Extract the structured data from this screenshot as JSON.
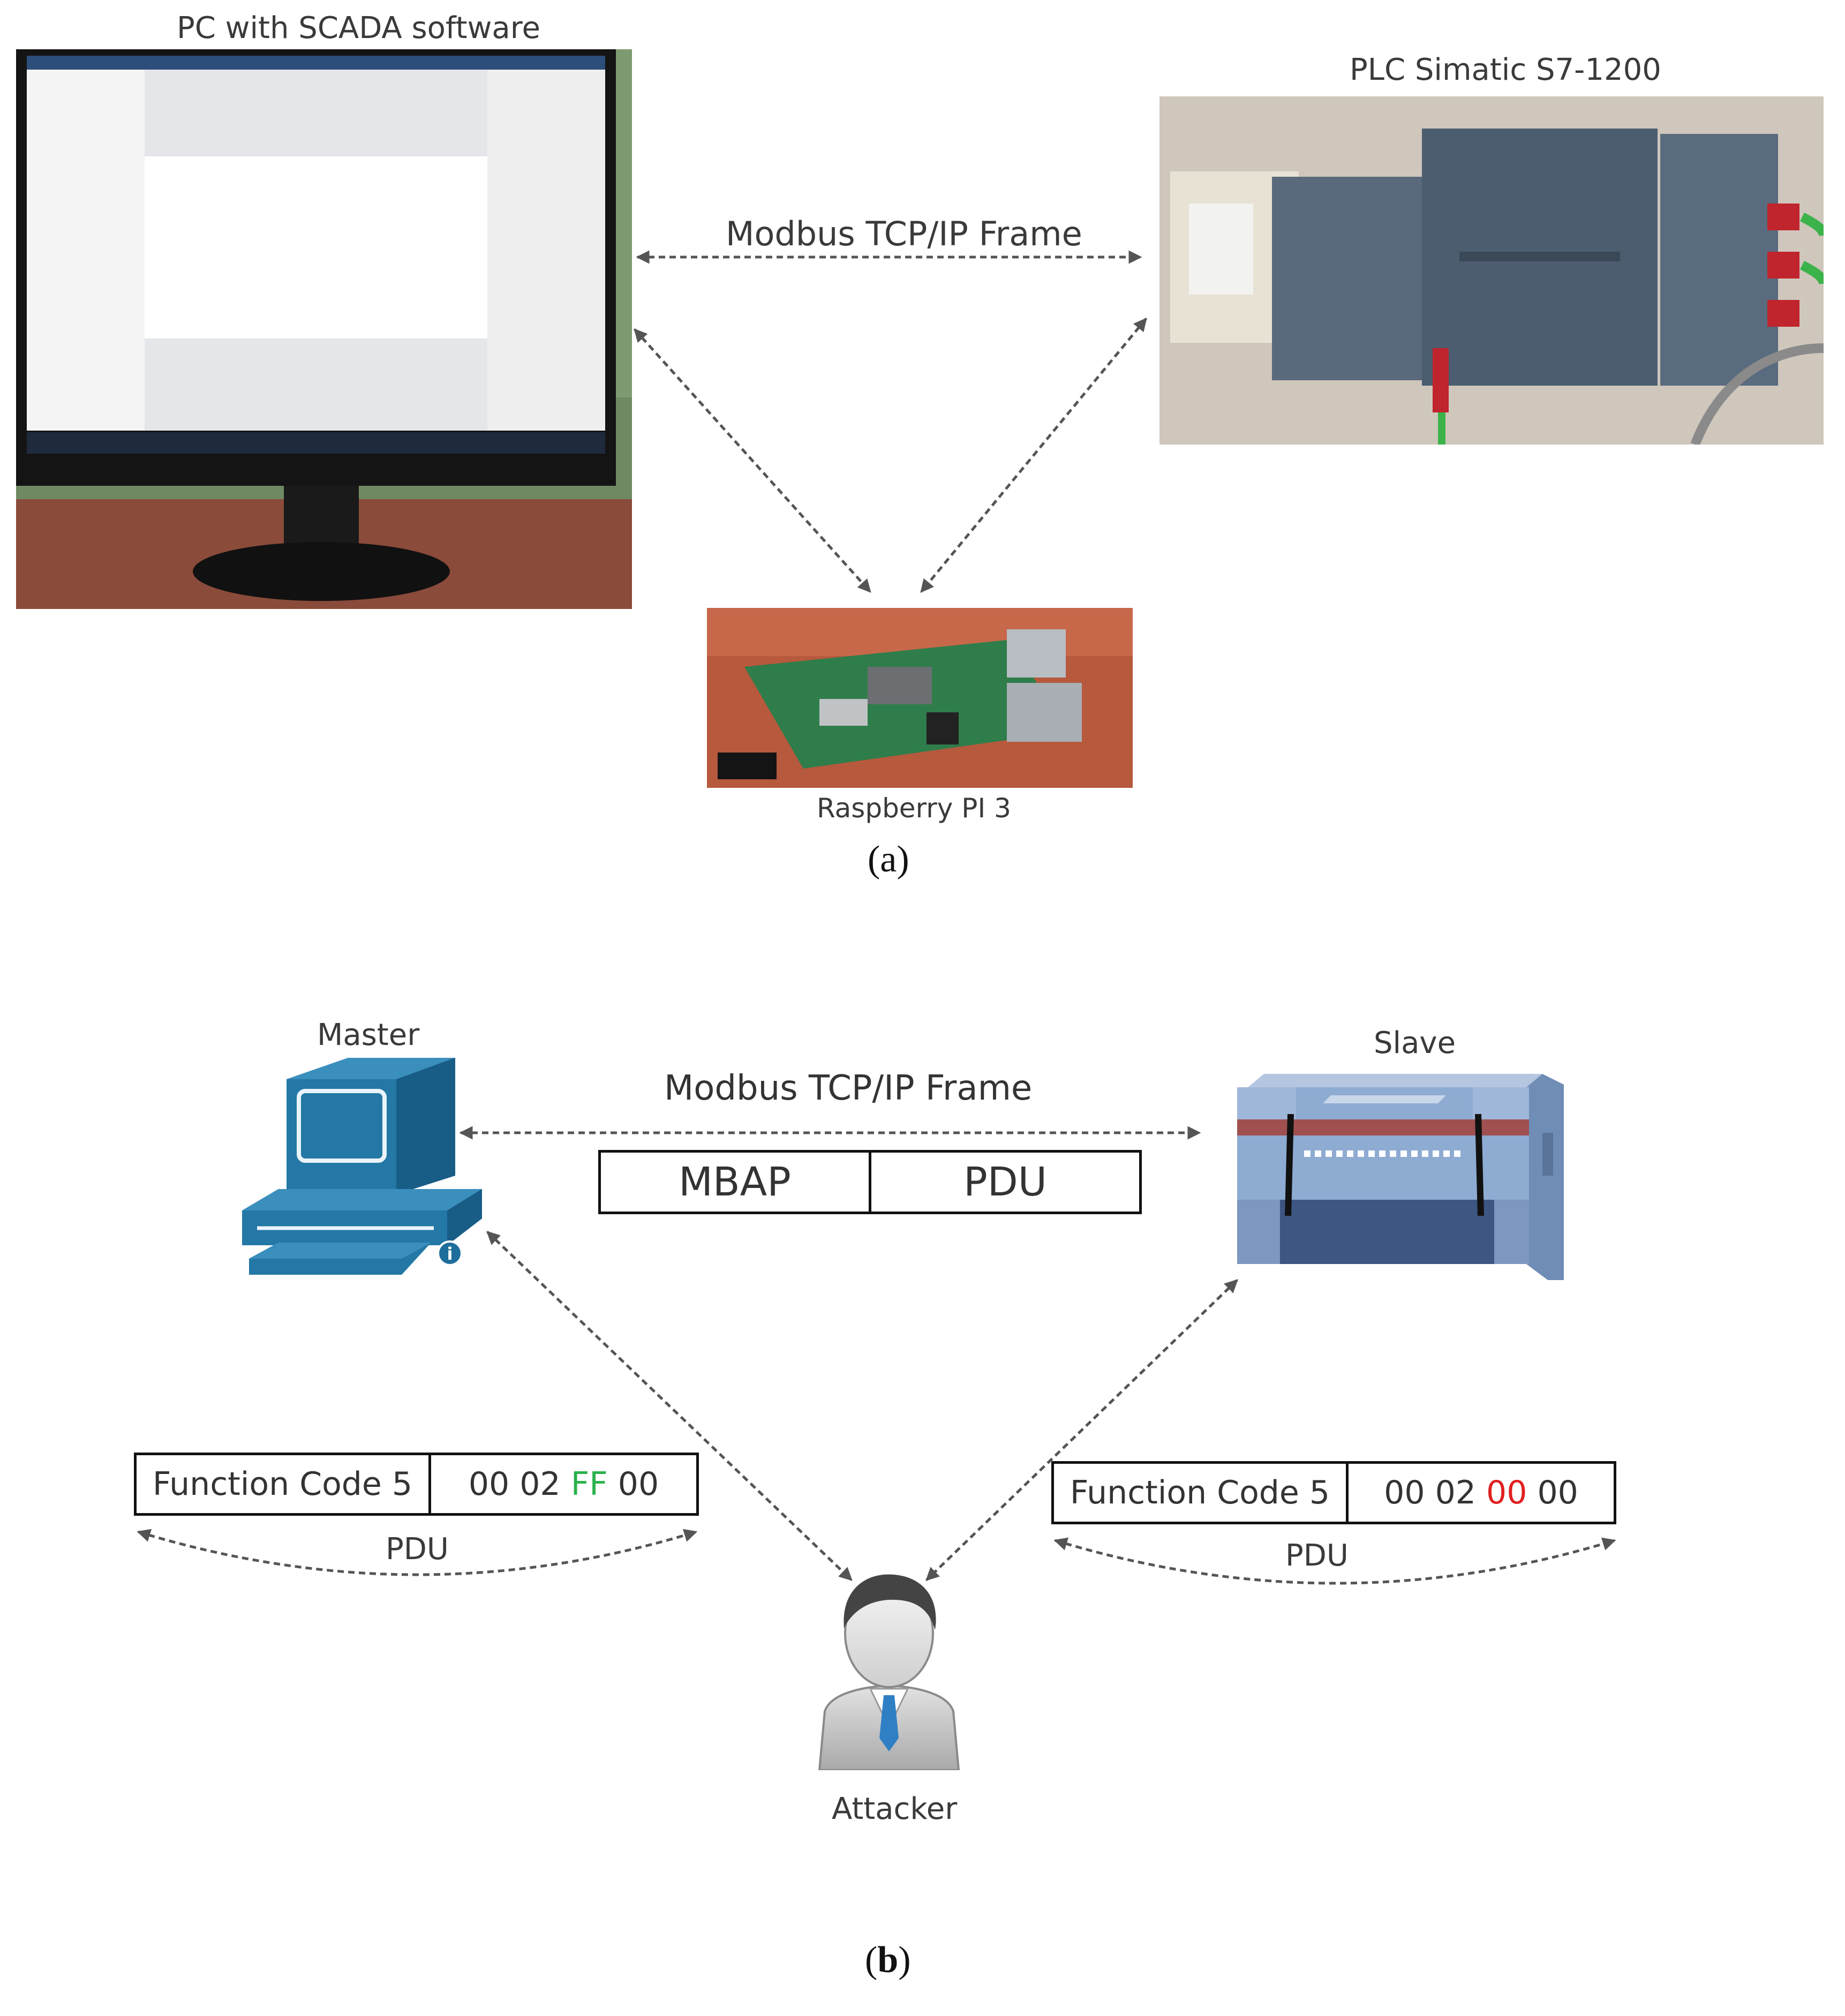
{
  "panel_a": {
    "pc_label": "PC with SCADA software",
    "plc_label": "PLC Simatic S7-1200",
    "frame_label": "Modbus TCP/IP Frame",
    "rpi_label": "Raspberry PI 3",
    "caption": "(a)"
  },
  "panel_b": {
    "master_label": "Master",
    "slave_label": "Slave",
    "frame_label": "Modbus TCP/IP Frame",
    "frame_fields": [
      "MBAP",
      "PDU"
    ],
    "attacker_label": "Attacker",
    "left_pdu": {
      "function_code": "Function Code 5",
      "data_prefix": "00 02",
      "data_highlight": "FF",
      "data_suffix": "00",
      "highlight_color": "#2bb24c",
      "label": "PDU"
    },
    "right_pdu": {
      "function_code": "Function Code 5",
      "data_prefix": "00 02",
      "data_highlight": "00",
      "data_suffix": "00",
      "highlight_color": "#e02020",
      "label": "PDU"
    },
    "caption_prefix": "(",
    "caption_letter": "b",
    "caption_suffix": ")"
  },
  "colors": {
    "computer_icon": "#1e6e9c",
    "plc_body": "#8ea9cf",
    "plc_stripe": "#a05050",
    "arrow": "#555555"
  }
}
